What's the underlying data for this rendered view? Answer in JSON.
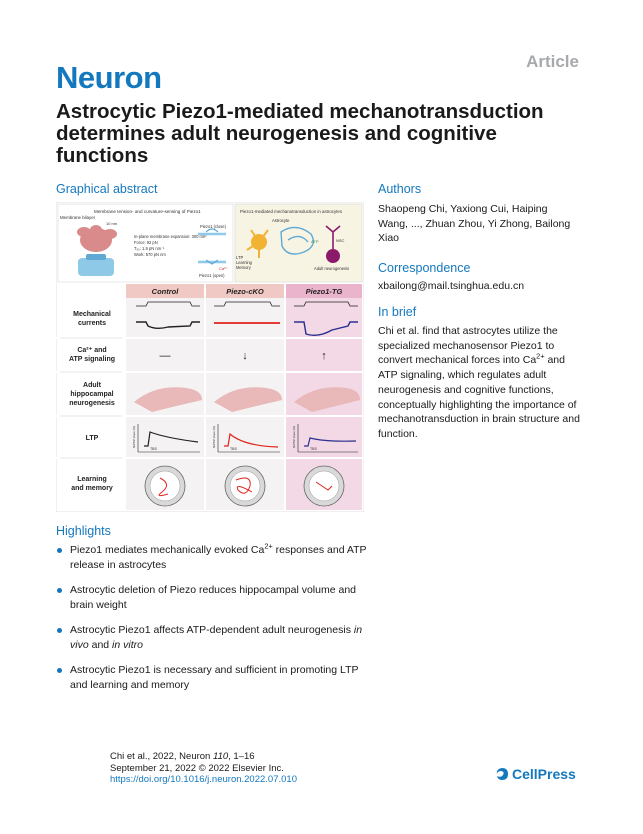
{
  "header": {
    "journal": "Neuron",
    "article_type": "Article",
    "title": "Astrocytic Piezo1-mediated mechanotransduction determines adult neurogenesis and cognitive functions"
  },
  "graphical_abstract": {
    "heading": "Graphical abstract",
    "panel_left_title": "Membrane tension- and curvature-sensing of Piezo1",
    "membrane_bilayer": "Membrane bilayer",
    "size_label": "10 nm",
    "expansion": "In-plane membrane expansion: 300 nm²",
    "force": "Force: 92 pN",
    "tension": "T₅₀: 1.9 pN nm⁻¹",
    "work": "Work: 570 pN nm",
    "piezo_close": "Piezo1 (close)",
    "piezo_open": "Piezo1 (open)",
    "ca_label": "Ca²⁺",
    "panel_right_title": "Piezo1-mediated mechanotransduction in astrocytes",
    "astrocyte": "Astrocyte",
    "atp": "ATP",
    "nsc": "NSC",
    "ltp_lm": "LTP\nLearning\nMemory",
    "adult_neurogenesis": "Adult neurogenesis",
    "columns": [
      "Control",
      "Piezo-cKO",
      "Piezo1-TG"
    ],
    "rows": [
      "Mechanical\ncurrents",
      "Ca²⁺ and\nATP signaling",
      "Adult\nhippocampal\nneurogenesis",
      "LTP",
      "Learning\nand memory"
    ],
    "ltp_axis": "fEPSP slope (%)",
    "tbs": "TBS",
    "signaling_marks": [
      "—",
      "↓",
      "↑"
    ]
  },
  "authors": {
    "heading": "Authors",
    "text": "Shaopeng Chi, Yaxiong Cui, Haiping Wang, ..., Zhuan Zhou, Yi Zhong, Bailong Xiao"
  },
  "correspondence": {
    "heading": "Correspondence",
    "email": "xbailong@mail.tsinghua.edu.cn"
  },
  "in_brief": {
    "heading": "In brief",
    "pre": "Chi et al. find that astrocytes utilize the specialized mechanosensor Piezo1 to convert mechanical forces into Ca",
    "sup": "2+",
    "post": " and ATP signaling, which regulates adult neurogenesis and cognitive functions, conceptually highlighting the importance of mechanotransduction in brain structure and function."
  },
  "highlights": {
    "heading": "Highlights",
    "h1_pre": "Piezo1 mediates mechanically evoked Ca",
    "h1_sup": "2+",
    "h1_post": " responses and ATP release in astrocytes",
    "h2": "Astrocytic deletion of Piezo reduces hippocampal volume and brain weight",
    "h3_pre": "Astrocytic Piezo1 affects ATP-dependent adult neurogenesis ",
    "h3_em1": "in vivo",
    "h3_mid": " and ",
    "h3_em2": "in vitro",
    "h4": "Astrocytic Piezo1 is necessary and sufficient in promoting LTP and learning and memory"
  },
  "citation": {
    "line1_pre": "Chi et al., 2022, Neuron ",
    "volume": "110",
    "line1_post": ", 1–16",
    "line2": "September 21, 2022 © 2022 Elsevier Inc.",
    "doi": "https://doi.org/10.1016/j.neuron.2022.07.010"
  },
  "publisher": "CellPress",
  "colors": {
    "accent": "#1478be",
    "control_trace": "#222222",
    "cko_trace": "#e0231c",
    "tg_trace": "#2a2f8f",
    "tg_column": "#f3d8e6",
    "header_column": "#f1c9c4"
  }
}
